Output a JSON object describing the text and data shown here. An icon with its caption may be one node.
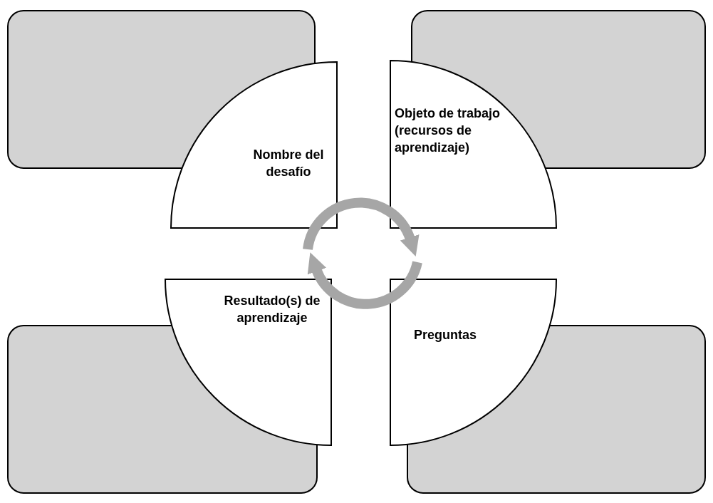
{
  "diagram": {
    "nodes": [
      {
        "text": [],
        "shape": "box"
      },
      {
        "text": [],
        "shape": "box"
      },
      {
        "text": [
          "Nombre del desafío"
        ]
      },
      {
        "text": [
          "Objeto de trabajo (recursos de aprendizaje)"
        ]
      },
      {
        "text": [
          "Resultado(s) de aprendizaje"
        ]
      },
      {
        "text": [
          "Preguntas"
        ]
      },
      {
        "text": [],
        "shape": "box"
      },
      {
        "text": [],
        "shape": "box"
      }
    ]
  }
}
